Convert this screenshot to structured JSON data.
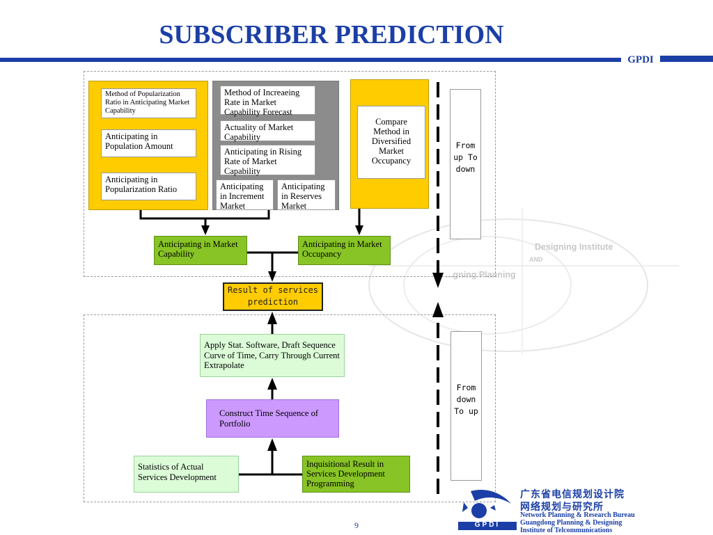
{
  "title": "SUBSCRIBER PREDICTION",
  "header_tag": "GPDI",
  "upper": {
    "yellow_left": {
      "popularization_method": "Method of Popularization Ratio in Anticipating Market Capability",
      "population_amount": "Anticipating in Population Amount",
      "popularization_ratio": "Anticipating in Popularization Ratio"
    },
    "gray_group": {
      "increasing_rate_method": "Method of Increaeing Rate in Market Capability Forecast",
      "actuality": "Actuality of Market Capability",
      "rising_rate": "Anticipating in Rising Rate of Market Capability",
      "increment_market": "Anticipating in Increment Market",
      "reserves_market": "Anticipating in Reserves Market"
    },
    "yellow_right": {
      "compare_method": "Compare Method in Diversified Market Occupancy"
    },
    "market_capability": "Anticipating in Market Capability",
    "market_occupancy": "Anticipating in Market Occupancy",
    "direction_label": "From up To down"
  },
  "result": "Result of services prediction",
  "lower": {
    "apply_stat": "Apply Stat. Software, Draft Sequence Curve of Time, Carry Through Current Extrapolate",
    "construct_sequence": "Construct Time Sequence of Portfolio",
    "statistics_actual": "Statistics of Actual Services Development",
    "inquisitional_result": "Inquisitional Result in Services Development Programming",
    "direction_label": "From down To up"
  },
  "watermark": {
    "line1": "Designing Institute",
    "line2": "AND",
    "line3": "...gning Planning"
  },
  "footer": {
    "page_number": "9",
    "chinese_line1": "广东省电信规划设计院",
    "chinese_line2": "网络规划与研究所",
    "english_line1": "Network Planning & Research Bureau",
    "english_line2": "Guangdong Planning & Designing",
    "english_line3": "Institute of Telcommunications",
    "logo_text": "GPDI"
  },
  "colors": {
    "title_blue": "#1b3fa6",
    "yellow": "#ffcc00",
    "gray": "#8c8c8c",
    "green": "#88c425",
    "light_green": "#dcfcd8",
    "purple": "#cc99ff"
  }
}
